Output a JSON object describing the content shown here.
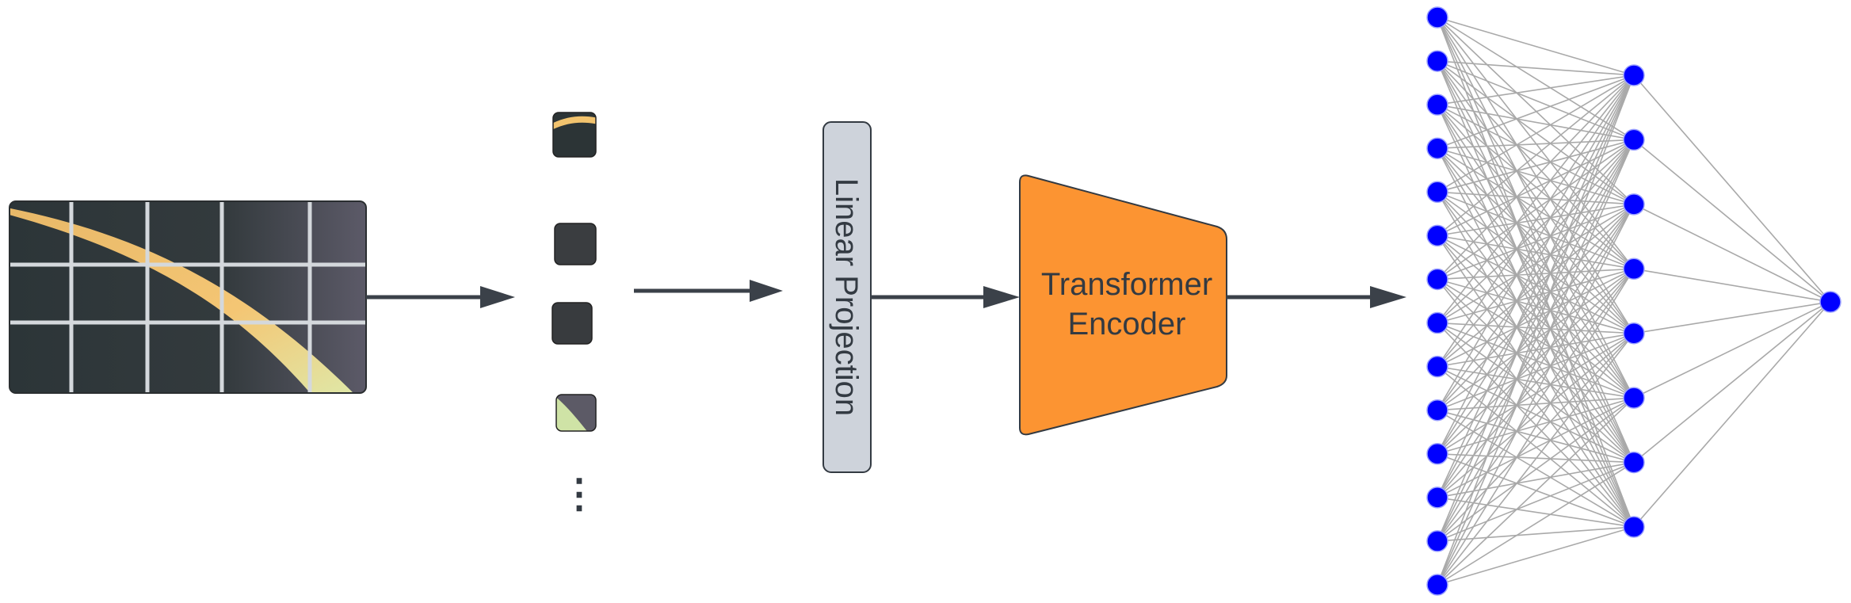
{
  "linear_projection": {
    "label": "Linear Projection"
  },
  "transformer_encoder": {
    "line1": "Transformer",
    "line2": "Encoder"
  },
  "patches": {
    "ellipsis": "⋮"
  },
  "network": {
    "layers": [
      14,
      8,
      1
    ],
    "node_color": "#0000ff"
  },
  "colors": {
    "arrow": "#3b4149",
    "projection_fill": "#ced3db",
    "encoder_fill": "#fc9432",
    "image_bg": "#2e3236",
    "image_grid": "#d4d8dc",
    "curve": "#f5c26b"
  }
}
